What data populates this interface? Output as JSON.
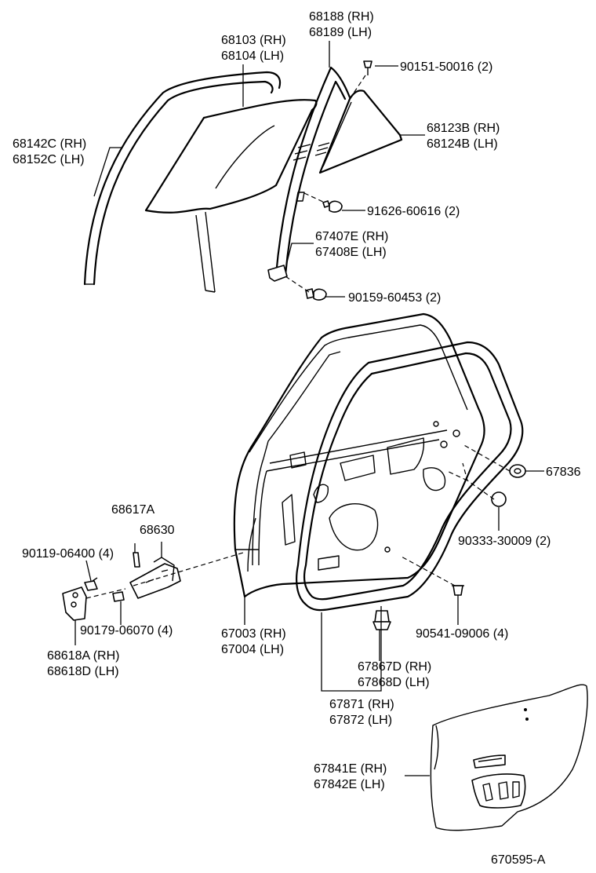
{
  "labels": {
    "l68188": "68188 (RH)",
    "l68189": "68189 (LH)",
    "l68103": "68103 (RH)",
    "l68104": "68104 (LH)",
    "l90151": "90151-50016 (2)",
    "l68142c": "68142C (RH)",
    "l68152c": "68152C (LH)",
    "l68123b": "68123B (RH)",
    "l68124b": "68124B (LH)",
    "l91626": "91626-60616 (2)",
    "l67407e": "67407E (RH)",
    "l67408e": "67408E (LH)",
    "l90159": "90159-60453 (2)",
    "l67836": "67836",
    "l68617a": "68617A",
    "l68630": "68630",
    "l90119": "90119-06400 (4)",
    "l90333": "90333-30009 (2)",
    "l90179": "90179-06070 (4)",
    "l67003": "67003 (RH)",
    "l67004": "67004 (LH)",
    "l90541": "90541-09006 (4)",
    "l68618a": "68618A (RH)",
    "l68618d": "68618D (LH)",
    "l67867d": "67867D (RH)",
    "l67868d": "67868D (LH)",
    "l67871": "67871 (RH)",
    "l67872": "67872 (LH)",
    "l67841e": "67841E (RH)",
    "l67842e": "67842E (LH)",
    "diagram_id": "670595-A"
  },
  "colors": {
    "ink": "#000000",
    "paper": "#ffffff"
  }
}
